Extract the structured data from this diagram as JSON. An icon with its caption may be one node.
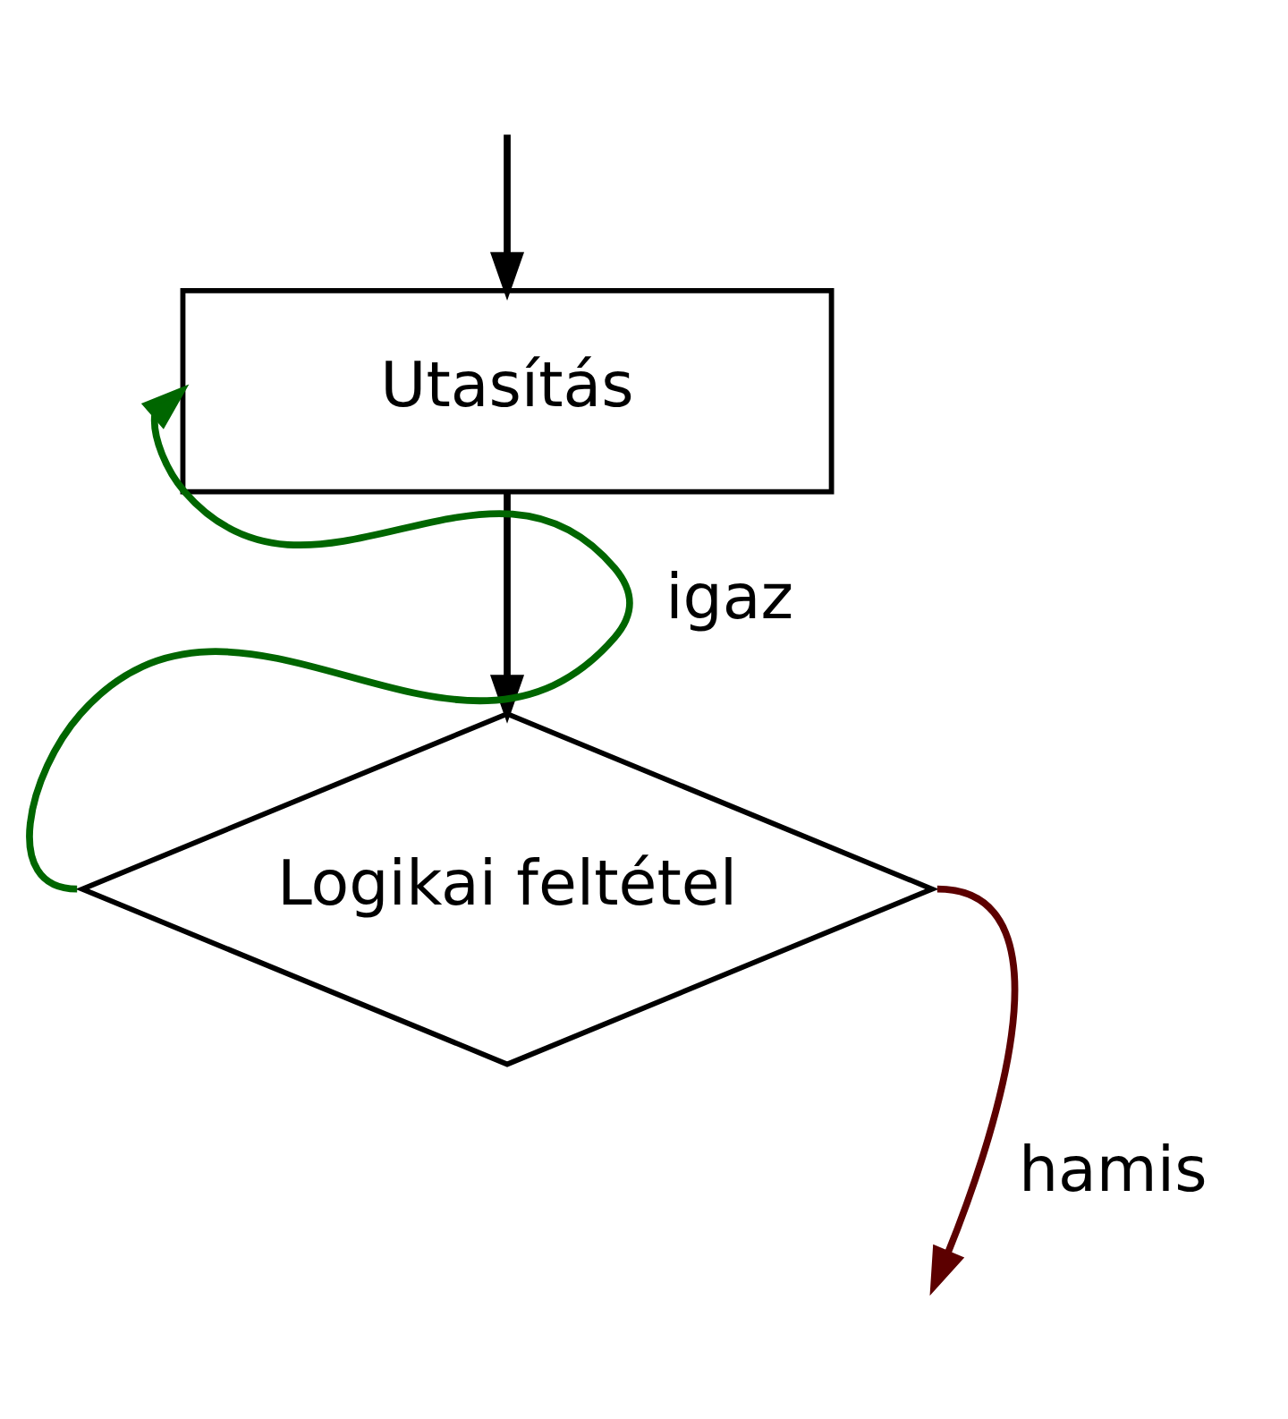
{
  "diagram": {
    "nodes": [
      {
        "text": [
          "Utasítás"
        ]
      },
      {
        "text": [
          "Logikai feltétel"
        ]
      }
    ],
    "edges": [
      {
        "from": null,
        "to": 0,
        "arrow": "to"
      },
      {
        "from": 0,
        "to": 1,
        "arrow": "to"
      },
      {
        "from": 1,
        "to": 0,
        "arrow": "to",
        "label": "igaz",
        "color": "#006600"
      },
      {
        "from": 1,
        "to": null,
        "arrow": "to",
        "label": "hamis",
        "color": "#5c0000"
      }
    ]
  }
}
